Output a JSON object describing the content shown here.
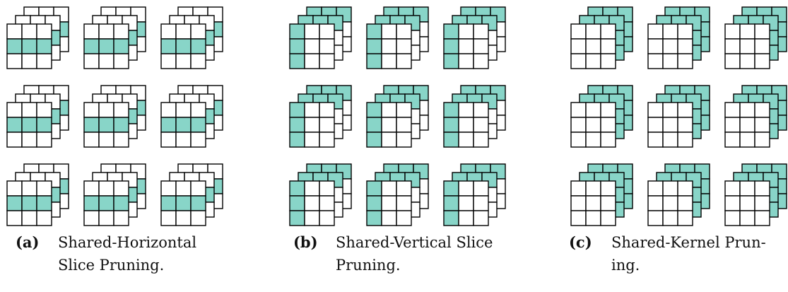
{
  "colors": {
    "highlight": "#88d5c8",
    "stroke": "#000000",
    "background": "#ffffff"
  },
  "panels": [
    {
      "id": "a",
      "label": "(a)",
      "caption": "Shared-Horizontal\nSlice Pruning.",
      "pattern": "horizontal-slice"
    },
    {
      "id": "b",
      "label": "(b)",
      "caption": "Shared-Vertical Slice\nPruning.",
      "pattern": "vertical-slice"
    },
    {
      "id": "c",
      "label": "(c)",
      "caption": "Shared-Kernel Prun-\ning.",
      "pattern": "shared-kernel"
    }
  ],
  "grid": {
    "rows": 3,
    "cols": 3,
    "layers": 3,
    "cells_per_side": 3
  }
}
